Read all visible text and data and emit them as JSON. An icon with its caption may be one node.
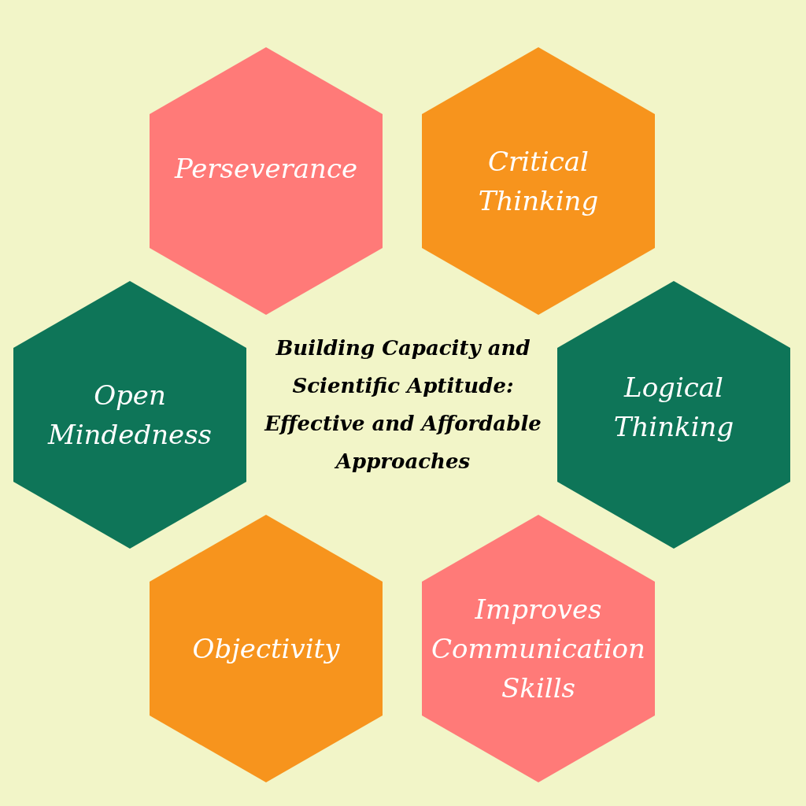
{
  "diagram": {
    "title": "Building Capacity and Scientific Aptitude: Effective and Affordable Approaches",
    "nodes": [
      {
        "text": [
          "Perseverance"
        ]
      },
      {
        "text": [
          "Critical Thinking"
        ]
      },
      {
        "text": [
          "Open Mindedness"
        ]
      },
      {
        "text": [
          "Logical Thinking"
        ]
      },
      {
        "text": [
          "Objectivity"
        ]
      },
      {
        "text": [
          "Improves Communication Skills"
        ]
      }
    ]
  }
}
